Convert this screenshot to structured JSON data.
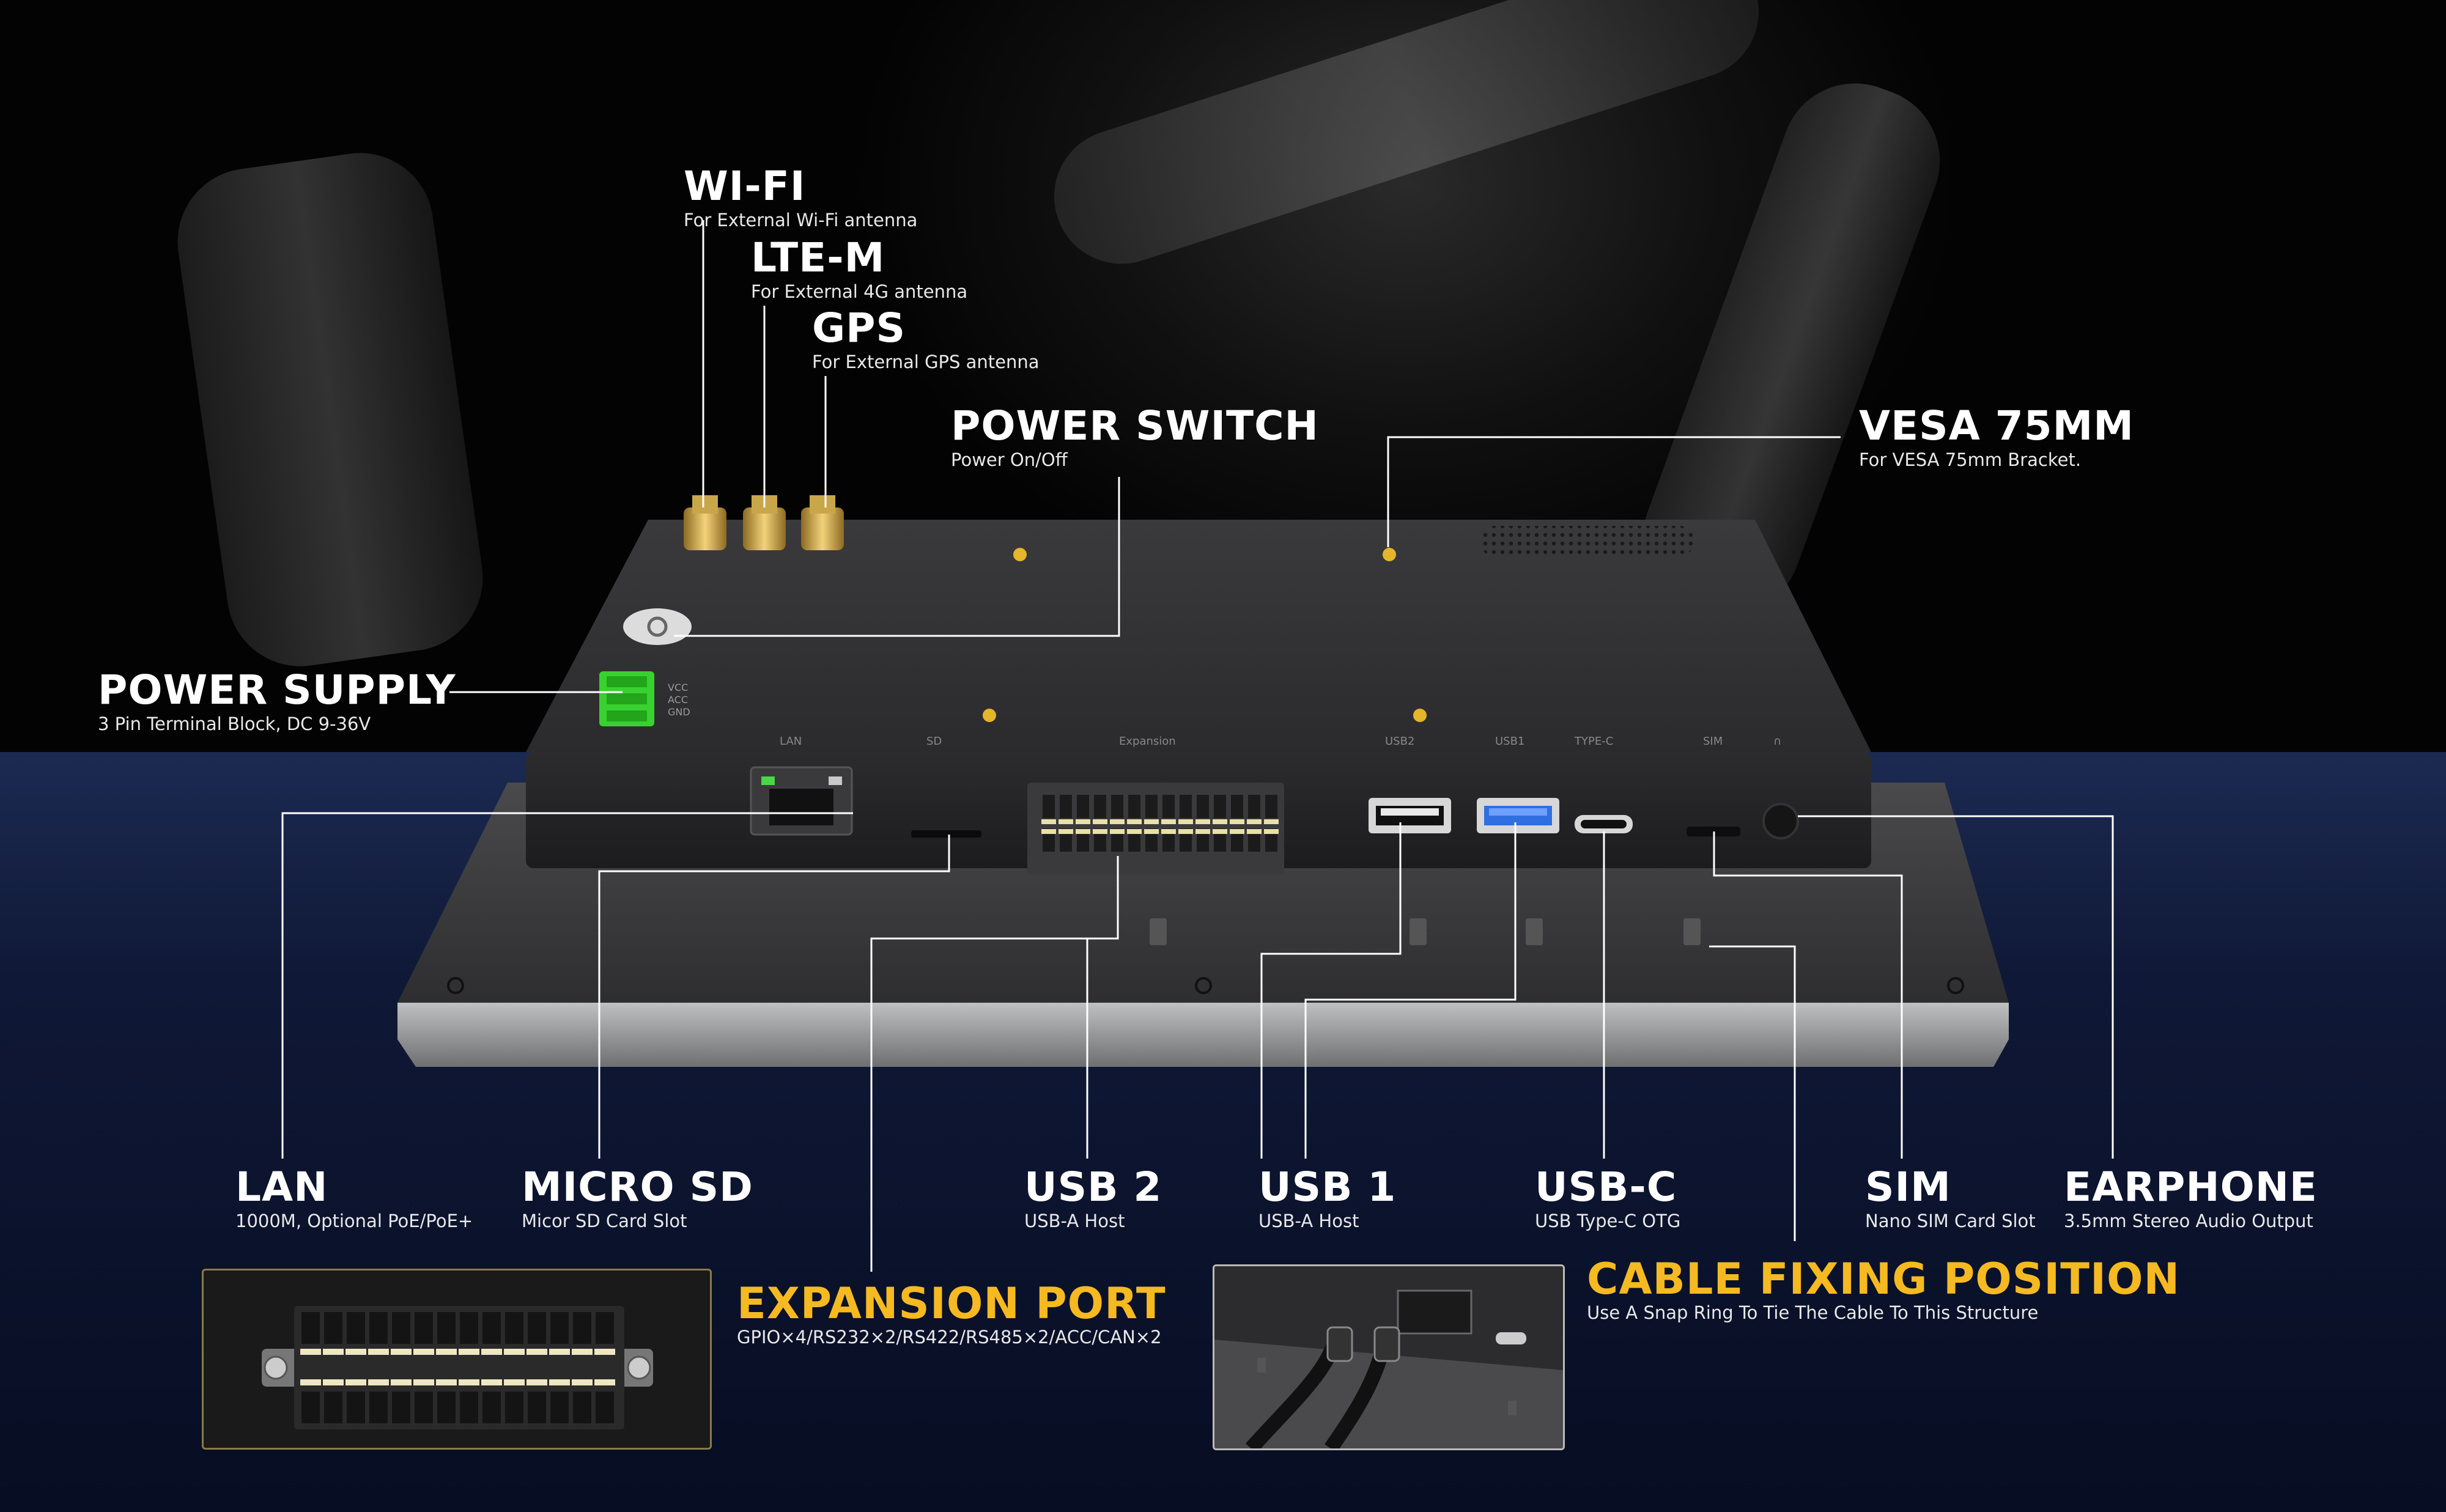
{
  "labels": {
    "wifi": {
      "title": "WI-FI",
      "sub": "For External Wi-Fi antenna"
    },
    "ltem": {
      "title": "LTE-M",
      "sub": "For External 4G antenna"
    },
    "gps": {
      "title": "GPS",
      "sub": "For External GPS antenna"
    },
    "power_switch": {
      "title": "POWER SWITCH",
      "sub": "Power On/Off"
    },
    "vesa": {
      "title": "VESA 75MM",
      "sub": "For VESA 75mm Bracket."
    },
    "power_supply": {
      "title": "POWER SUPPLY",
      "sub": "3 Pin Terminal Block, DC 9-36V"
    },
    "lan": {
      "title": "LAN",
      "sub": "1000M, Optional PoE/PoE+"
    },
    "micro_sd": {
      "title": "MICRO SD",
      "sub": "Micor SD Card Slot"
    },
    "usb2": {
      "title": "USB 2",
      "sub": "USB-A Host"
    },
    "usb1": {
      "title": "USB 1",
      "sub": "USB-A Host"
    },
    "usbc": {
      "title": "USB-C",
      "sub": "USB Type-C OTG"
    },
    "sim": {
      "title": "SIM",
      "sub": "Nano SIM Card Slot"
    },
    "earphone": {
      "title": "EARPHONE",
      "sub": "3.5mm Stereo Audio Output"
    },
    "expansion": {
      "title": "EXPANSION PORT",
      "sub": "GPIO×4/RS232×2/RS422/RS485×2/ACC/CAN×2"
    },
    "cable": {
      "title": "CABLE FIXING POSITION",
      "sub": "Use A Snap Ring To Tie The Cable To This Structure"
    }
  },
  "device_text": {
    "lan": "LAN",
    "sd": "SD",
    "expansion": "Expansion",
    "usb2": "USB2",
    "usb1": "USB1",
    "typec": "TYPE-C",
    "sim": "SIM",
    "headphone": "∩",
    "vcc": "VCC",
    "acc": "ACC",
    "gnd": "GND"
  },
  "colors": {
    "gold": "#f5b921",
    "terminal_green": "#39d12f",
    "usb_blue": "#2f6fe0"
  }
}
